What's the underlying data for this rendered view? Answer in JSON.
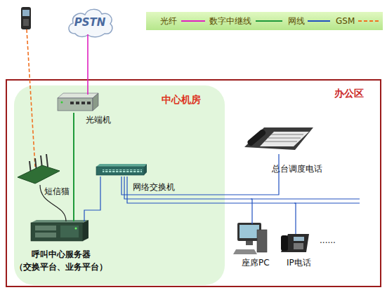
{
  "diagram": {
    "nodes": [
      {
        "text": [
          "PSTN"
        ]
      },
      {
        "text": [
          "办公区"
        ]
      },
      {
        "text": [
          "中心机房"
        ],
        "in": 1
      },
      {
        "text": [
          "光端机"
        ],
        "in": 2
      },
      {
        "text": [
          "短信猫"
        ],
        "in": 2
      },
      {
        "text": [
          "网络交换机"
        ],
        "in": 2
      },
      {
        "text": [
          "总台调度电话"
        ],
        "in": 1
      },
      {
        "text": [
          "呼叫中心服务器",
          "（交换平台、业务平台）"
        ],
        "in": 2
      },
      {
        "text": [
          "座席PC"
        ],
        "in": 1
      },
      {
        "text": [
          "IP电话"
        ],
        "in": 1
      }
    ],
    "edges": [
      {
        "from": 0,
        "to": 3,
        "arrow": "none"
      },
      {
        "from": 3,
        "to": 7,
        "arrow": "none"
      },
      {
        "from": 4,
        "to": 7,
        "arrow": "none"
      },
      {
        "from": 5,
        "to": 7,
        "arrow": "none"
      },
      {
        "from": 5,
        "to": 6,
        "arrow": "none"
      },
      {
        "from": 5,
        "to": 8,
        "arrow": "none"
      },
      {
        "from": 5,
        "to": 9,
        "arrow": "none"
      }
    ],
    "labels": [
      "......"
    ],
    "legend": [
      {
        "text": "光纤"
      },
      {
        "text": "数字中继线"
      },
      {
        "text": "网线"
      },
      {
        "text": "GSM"
      }
    ]
  }
}
